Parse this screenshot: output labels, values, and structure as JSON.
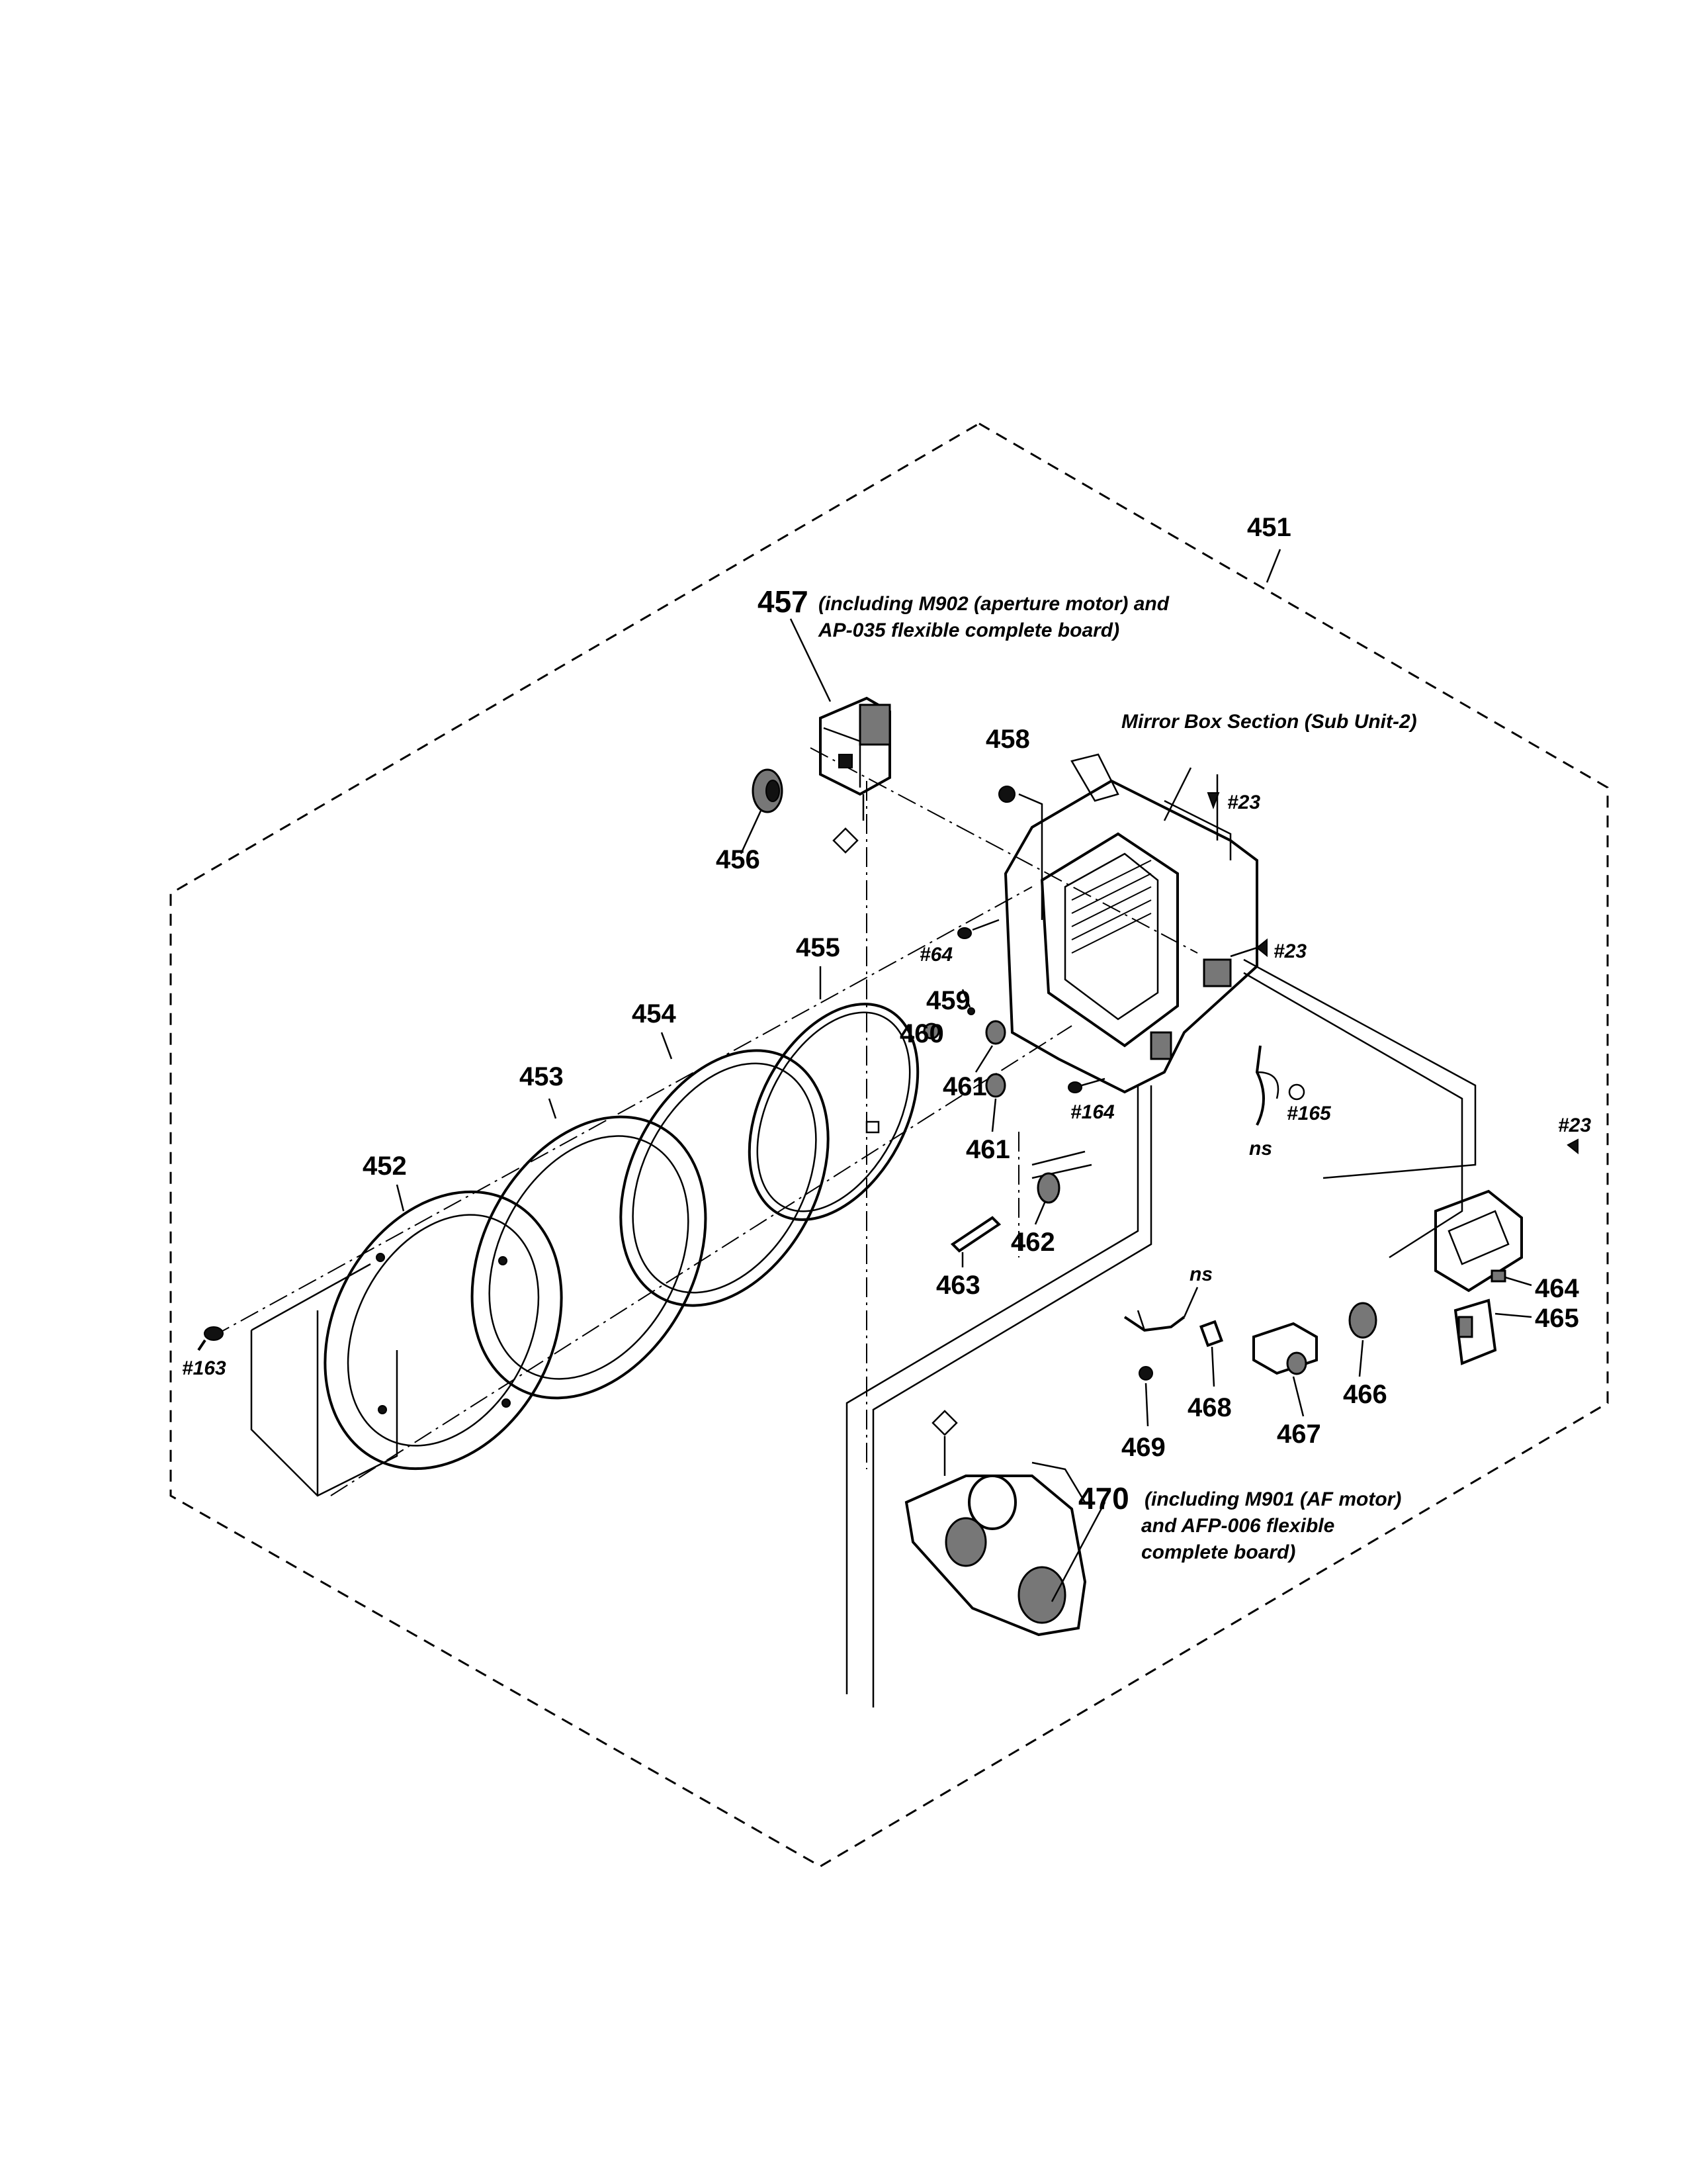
{
  "diagram": {
    "assembly_label": "451",
    "section_label": "Mirror Box Section (Sub Unit-2)",
    "parts": [
      {
        "id": "452",
        "label": "452"
      },
      {
        "id": "453",
        "label": "453"
      },
      {
        "id": "454",
        "label": "454"
      },
      {
        "id": "455",
        "label": "455"
      },
      {
        "id": "456",
        "label": "456"
      },
      {
        "id": "457",
        "label": "457",
        "note_line1": "(including M902 (aperture motor) and",
        "note_line2": "AP-035 flexible complete board)"
      },
      {
        "id": "458",
        "label": "458"
      },
      {
        "id": "459",
        "label": "459"
      },
      {
        "id": "460",
        "label": "460"
      },
      {
        "id": "461a",
        "label": "461"
      },
      {
        "id": "461b",
        "label": "461"
      },
      {
        "id": "462",
        "label": "462"
      },
      {
        "id": "463",
        "label": "463"
      },
      {
        "id": "464",
        "label": "464"
      },
      {
        "id": "465",
        "label": "465"
      },
      {
        "id": "466",
        "label": "466"
      },
      {
        "id": "467",
        "label": "467"
      },
      {
        "id": "468",
        "label": "468"
      },
      {
        "id": "469",
        "label": "469"
      },
      {
        "id": "470",
        "label": "470",
        "note_line1": "(including M901 (AF motor)",
        "note_line2": "and AFP-006 flexible",
        "note_line3": "complete board)"
      }
    ],
    "screws": {
      "s23a": "#23",
      "s23b": "#23",
      "s23c": "#23",
      "s64": "#64",
      "s164": "#164",
      "s165": "#165",
      "s163": "#163"
    },
    "not_supplied": {
      "ns1": "ns",
      "ns2": "ns"
    }
  }
}
